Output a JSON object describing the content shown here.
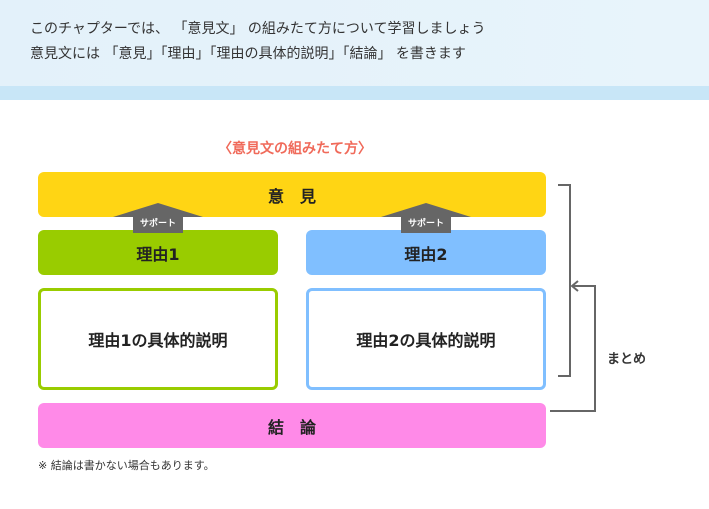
{
  "intro": {
    "line1": "このチャプターでは、 「意見文」 の組みたて方について学習しましょう",
    "line2": "意見文には 「意見」「理由」「理由の具体的説明」「結論」 を書きます"
  },
  "diagram": {
    "title": "〈意見文の組みたて方〉",
    "opinion": "意　見",
    "support": "サポート",
    "reason1": "理由1",
    "reason2": "理由2",
    "detail1": "理由1の具体的説明",
    "detail2": "理由2の具体的説明",
    "conclusion": "結　論",
    "summary": "まとめ",
    "note": "※ 結論は書かない場合もあります。"
  },
  "colors": {
    "title": "#f06a5a",
    "opinion": "#ffd514",
    "reason1": "#99cc00",
    "reason2": "#80bfff",
    "conclusion": "#ff8ae8",
    "arrow": "#666666"
  }
}
